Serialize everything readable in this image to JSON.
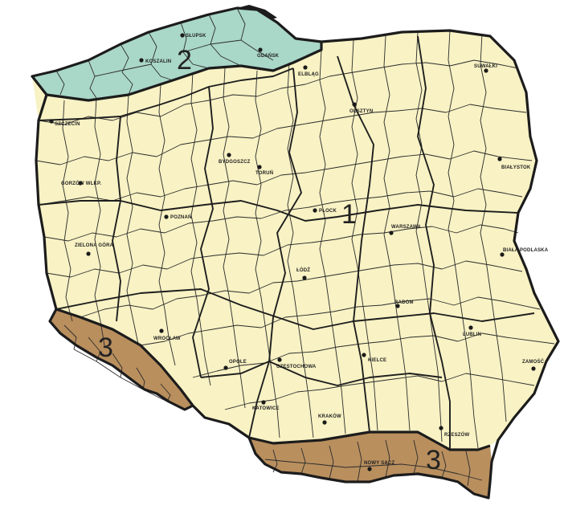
{
  "zones": [
    {
      "number": "1",
      "color": "#f8f2c4"
    },
    {
      "number": "2",
      "color": "#a9d7c8"
    },
    {
      "number": "3",
      "color": "#b98f5e"
    },
    {
      "number": "3",
      "color": "#b98f5e"
    }
  ],
  "cities": [
    {
      "id": "slupsk",
      "name": "SŁUPSK"
    },
    {
      "id": "koszalin",
      "name": "KOSZALIN"
    },
    {
      "id": "gdansk",
      "name": "GDAŃSK"
    },
    {
      "id": "elblag",
      "name": "ELBLĄG"
    },
    {
      "id": "suwalki",
      "name": "SUWAŁKI"
    },
    {
      "id": "olsztyn",
      "name": "OLSZTYN"
    },
    {
      "id": "szczecin",
      "name": "SZCZECIN"
    },
    {
      "id": "bydgoszcz",
      "name": "BYDGOSZCZ"
    },
    {
      "id": "torun",
      "name": "TORUŃ"
    },
    {
      "id": "bialystok",
      "name": "BIAŁYSTOK"
    },
    {
      "id": "gorzow",
      "name": "GORZÓW WLKP."
    },
    {
      "id": "plock",
      "name": "PŁOCK"
    },
    {
      "id": "poznan",
      "name": "POZNAŃ"
    },
    {
      "id": "warszawa",
      "name": "WARSZAWA"
    },
    {
      "id": "zielona-gora",
      "name": "ZIELONA GÓRA"
    },
    {
      "id": "biala-podlaska",
      "name": "BIAŁA PODLASKA"
    },
    {
      "id": "lodz",
      "name": "ŁÓDŹ"
    },
    {
      "id": "radom",
      "name": "RADOM"
    },
    {
      "id": "wroclaw",
      "name": "WROCŁAW"
    },
    {
      "id": "lublin",
      "name": "LUBLIN"
    },
    {
      "id": "opole",
      "name": "OPOLE"
    },
    {
      "id": "czestochowa",
      "name": "CZĘSTOCHOWA"
    },
    {
      "id": "kielce",
      "name": "KIELCE"
    },
    {
      "id": "zamosc",
      "name": "ZAMOŚĆ"
    },
    {
      "id": "katowice",
      "name": "KATOWICE"
    },
    {
      "id": "krakow",
      "name": "KRAKÓW"
    },
    {
      "id": "rzeszow",
      "name": "RZESZÓW"
    },
    {
      "id": "nowy-sacz",
      "name": "NOWY SĄCZ"
    }
  ]
}
